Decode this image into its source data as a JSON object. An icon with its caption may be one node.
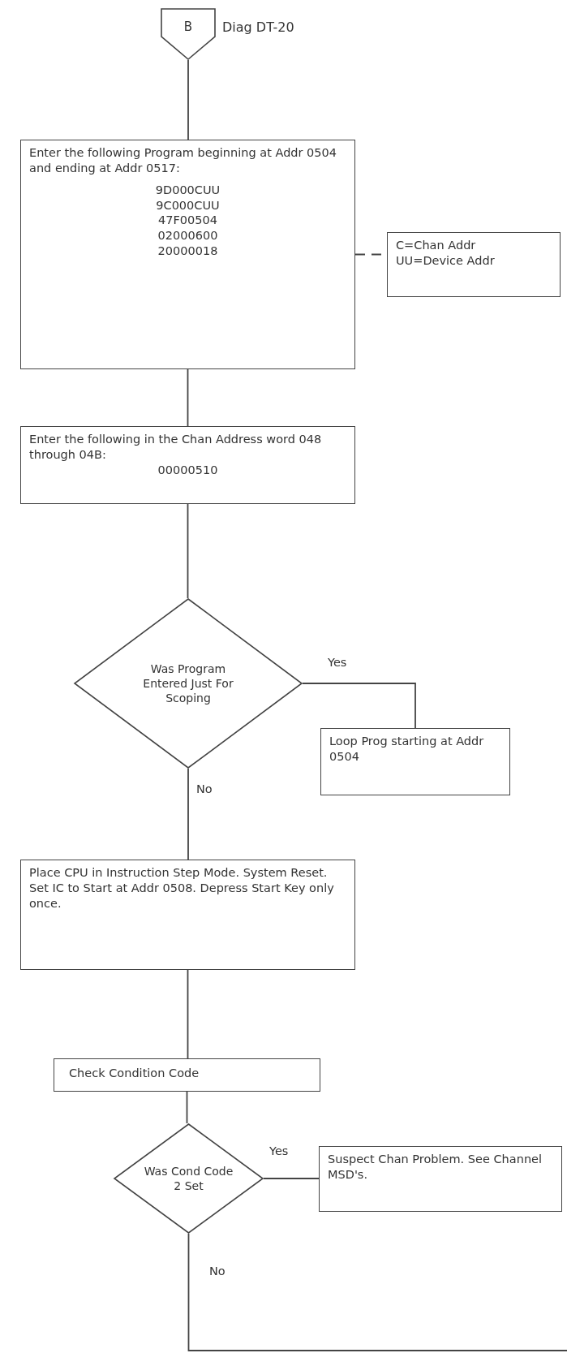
{
  "diagram": {
    "nodes": [
      {
        "text": [
          "B"
        ],
        "beside": [
          "Diag DT-20"
        ]
      },
      {
        "text": [
          "Enter the following Program beginning at Addr 0504 and ending at Addr 0517:",
          "9D000CUU",
          "9C000CUU",
          "47F00504",
          "02000600",
          "20000018"
        ]
      },
      {
        "text": [
          "C=Chan Addr",
          "UU=Device Addr"
        ]
      },
      {
        "text": [
          "Enter the following in the Chan Address word 048 through 04B:",
          "00000510"
        ]
      },
      {
        "text": [
          "Was Program Entered Just For Scoping"
        ]
      },
      {
        "text": [
          "Loop Prog starting at Addr 0504"
        ]
      },
      {
        "text": [
          "Place CPU in Instruction Step Mode. System Reset. Set IC to Start at Addr 0508. Depress Start Key only once."
        ]
      },
      {
        "text": [
          "Check Condition Code"
        ]
      },
      {
        "text": [
          "Was Cond Code 2 Set"
        ]
      },
      {
        "text": [
          "Suspect Chan Problem. See Channel MSD's."
        ]
      }
    ],
    "edges": [
      {
        "from": 0,
        "to": 1,
        "arrow": "none"
      },
      {
        "from": 1,
        "to": 2,
        "arrow": "none",
        "style": "dashed"
      },
      {
        "from": 1,
        "to": 3,
        "arrow": "none"
      },
      {
        "from": 3,
        "to": 4,
        "arrow": "none"
      },
      {
        "from": 4,
        "to": 5,
        "arrow": "none",
        "label": "Yes"
      },
      {
        "from": 4,
        "to": 6,
        "arrow": "none",
        "label": "No"
      },
      {
        "from": 6,
        "to": 7,
        "arrow": "none"
      },
      {
        "from": 7,
        "to": 8,
        "arrow": "none"
      },
      {
        "from": 8,
        "to": 9,
        "arrow": "none",
        "label": "Yes"
      },
      {
        "from": 8,
        "to": null,
        "arrow": "none",
        "label": "No"
      }
    ]
  }
}
